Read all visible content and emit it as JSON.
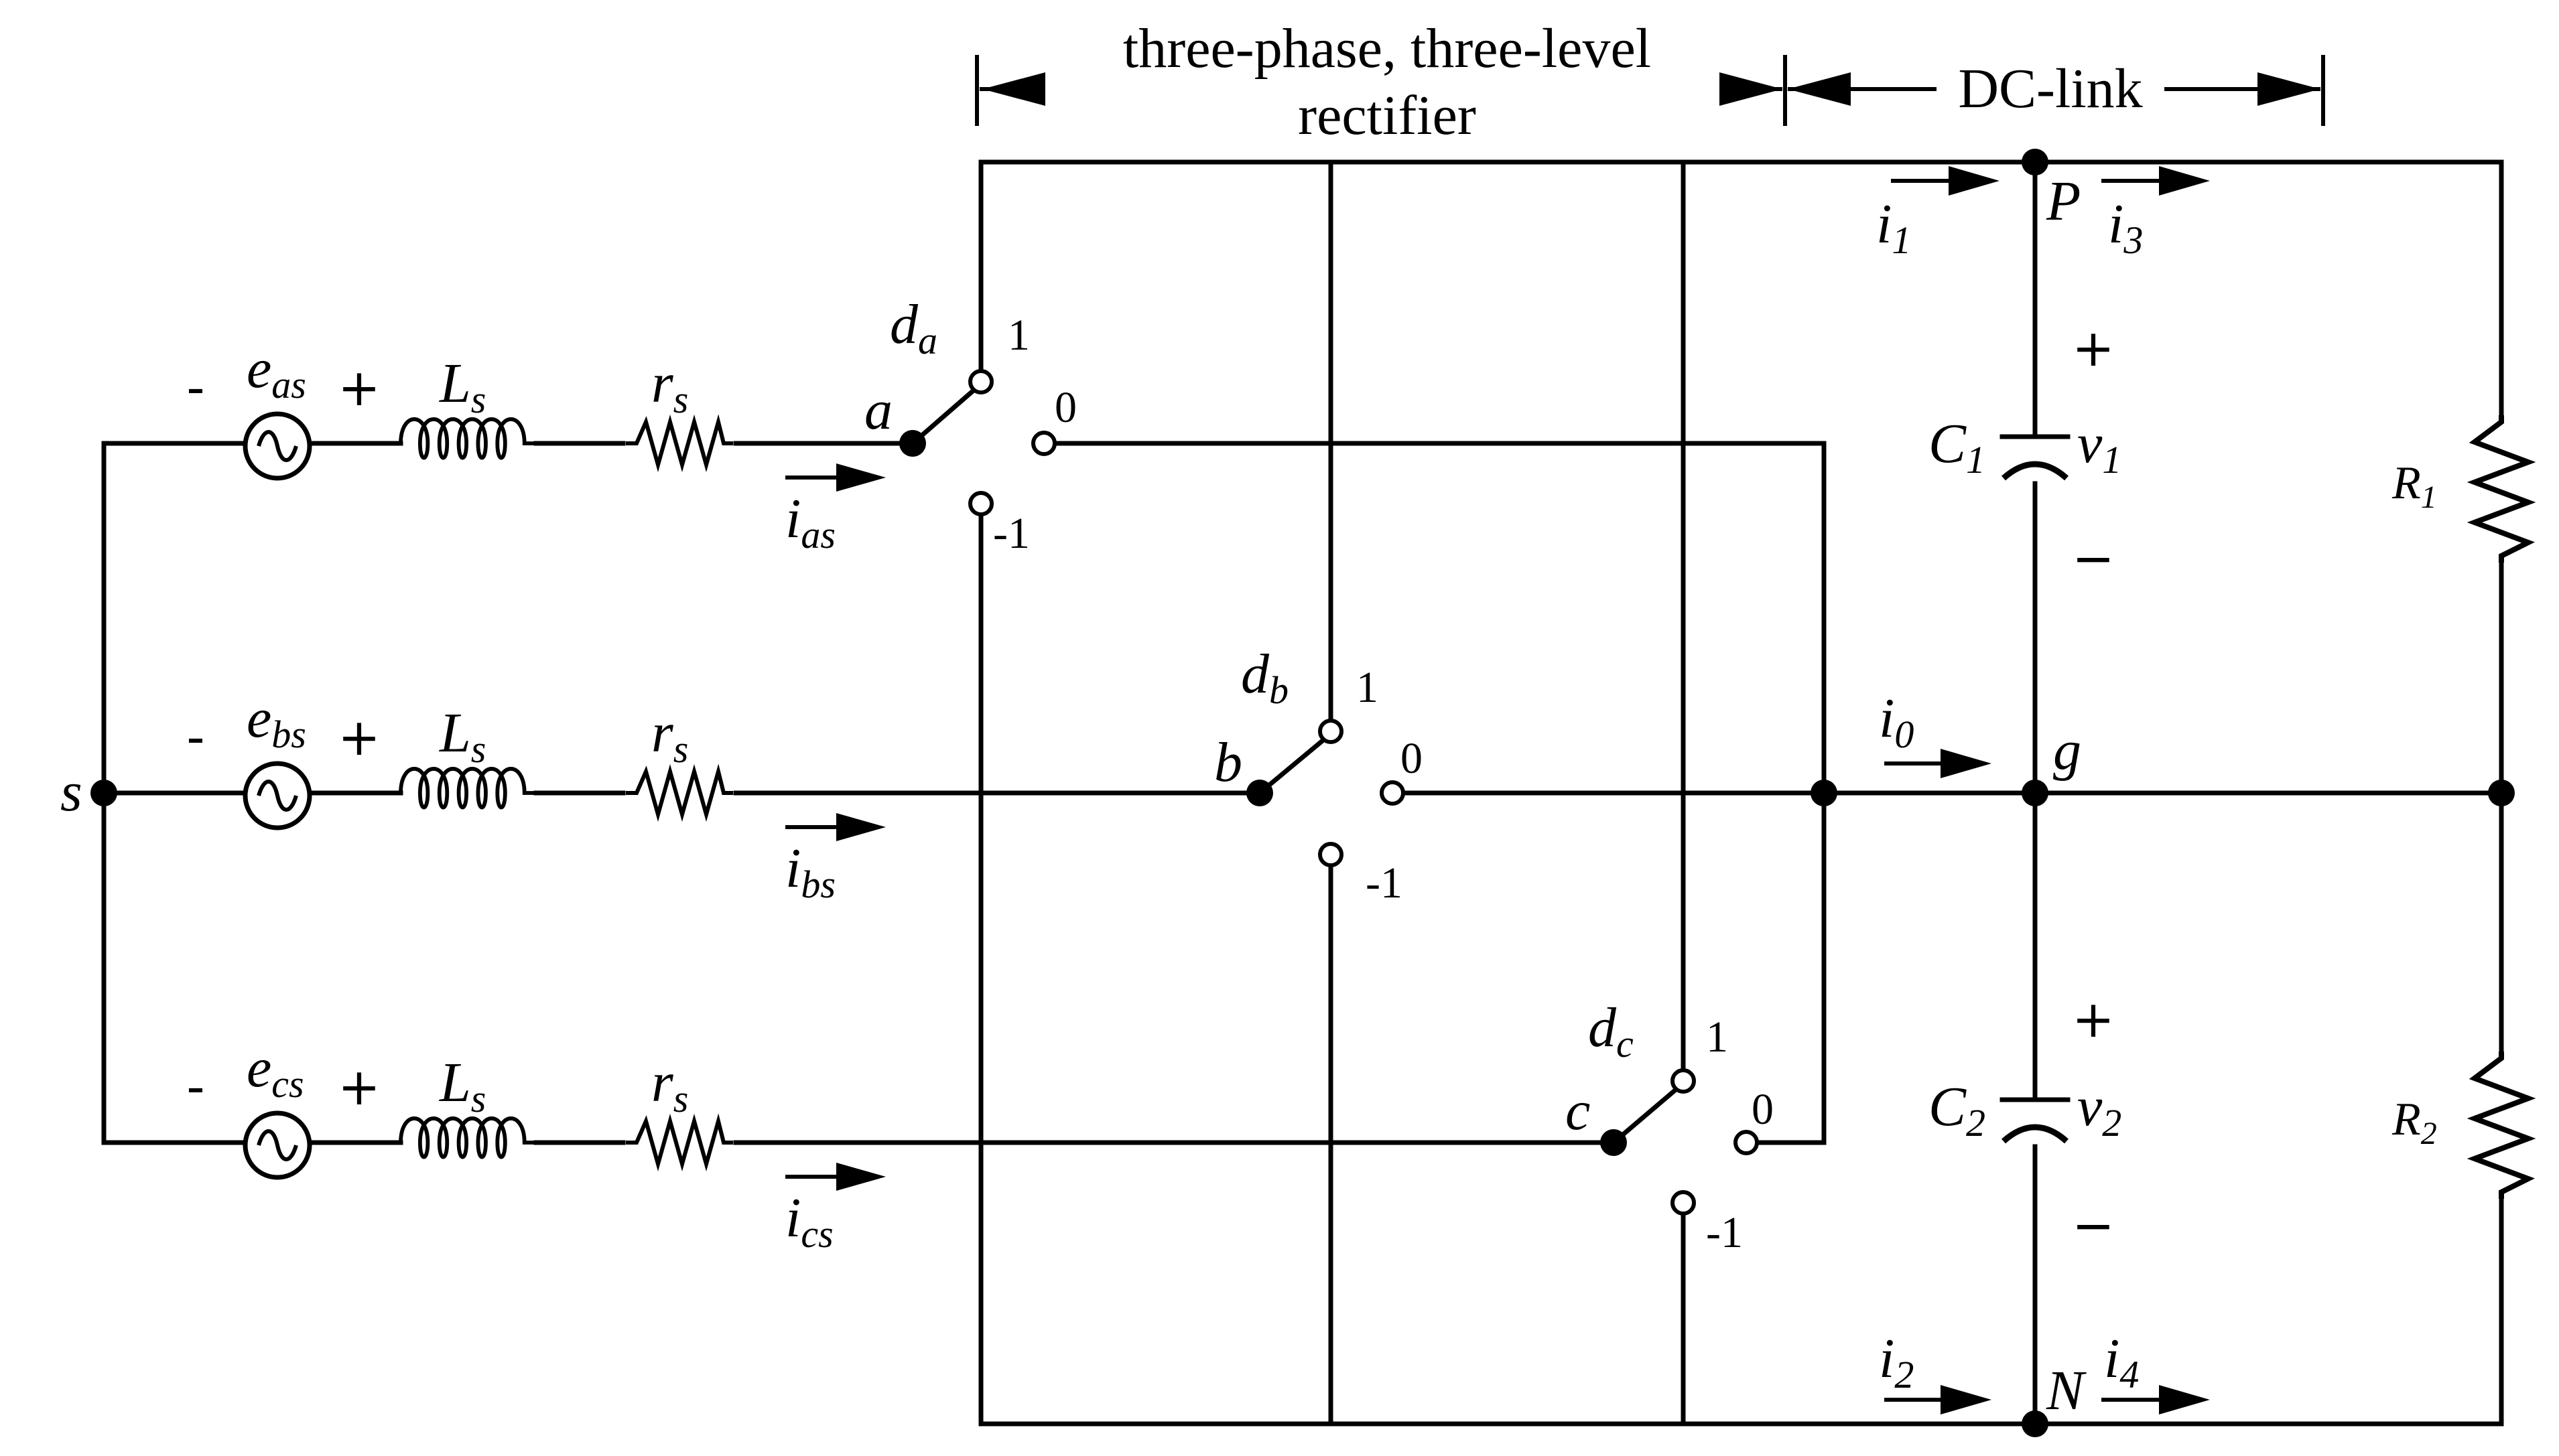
{
  "header": {
    "rectifier_line1": "three-phase, three-level",
    "rectifier_line2": "rectifier",
    "dclink": "DC-link"
  },
  "neutral_label": "s",
  "phases": [
    {
      "source": {
        "sym": "e",
        "sub": "as"
      },
      "minus": "-",
      "plus": "+",
      "inductor": {
        "sym": "L",
        "sub": "s"
      },
      "resistor": {
        "sym": "r",
        "sub": "s"
      },
      "current": {
        "sym": "i",
        "sub": "as"
      },
      "node": "a",
      "switch": {
        "sym": "d",
        "sub": "a"
      },
      "levels": [
        "1",
        "0",
        "-1"
      ]
    },
    {
      "source": {
        "sym": "e",
        "sub": "bs"
      },
      "minus": "-",
      "plus": "+",
      "inductor": {
        "sym": "L",
        "sub": "s"
      },
      "resistor": {
        "sym": "r",
        "sub": "s"
      },
      "current": {
        "sym": "i",
        "sub": "bs"
      },
      "node": "b",
      "switch": {
        "sym": "d",
        "sub": "b"
      },
      "levels": [
        "1",
        "0",
        "-1"
      ]
    },
    {
      "source": {
        "sym": "e",
        "sub": "cs"
      },
      "minus": "-",
      "plus": "+",
      "inductor": {
        "sym": "L",
        "sub": "s"
      },
      "resistor": {
        "sym": "r",
        "sub": "s"
      },
      "current": {
        "sym": "i",
        "sub": "cs"
      },
      "node": "c",
      "switch": {
        "sym": "d",
        "sub": "c"
      },
      "levels": [
        "1",
        "0",
        "-1"
      ]
    }
  ],
  "dclink": {
    "nodes": {
      "p": "P",
      "g": "g",
      "n": "N"
    },
    "currents": [
      {
        "sym": "i",
        "sub": "1"
      },
      {
        "sym": "i",
        "sub": "3"
      },
      {
        "sym": "i",
        "sub": "0"
      },
      {
        "sym": "i",
        "sub": "2"
      },
      {
        "sym": "i",
        "sub": "4"
      }
    ],
    "capacitors": [
      {
        "sym": "C",
        "sub": "1",
        "v_sym": "v",
        "v_sub": "1",
        "plus": "+",
        "minus": "−"
      },
      {
        "sym": "C",
        "sub": "2",
        "v_sym": "v",
        "v_sub": "2",
        "plus": "+",
        "minus": "−"
      }
    ],
    "resistors": [
      {
        "sym": "R",
        "sub": "1"
      },
      {
        "sym": "R",
        "sub": "2"
      }
    ]
  }
}
